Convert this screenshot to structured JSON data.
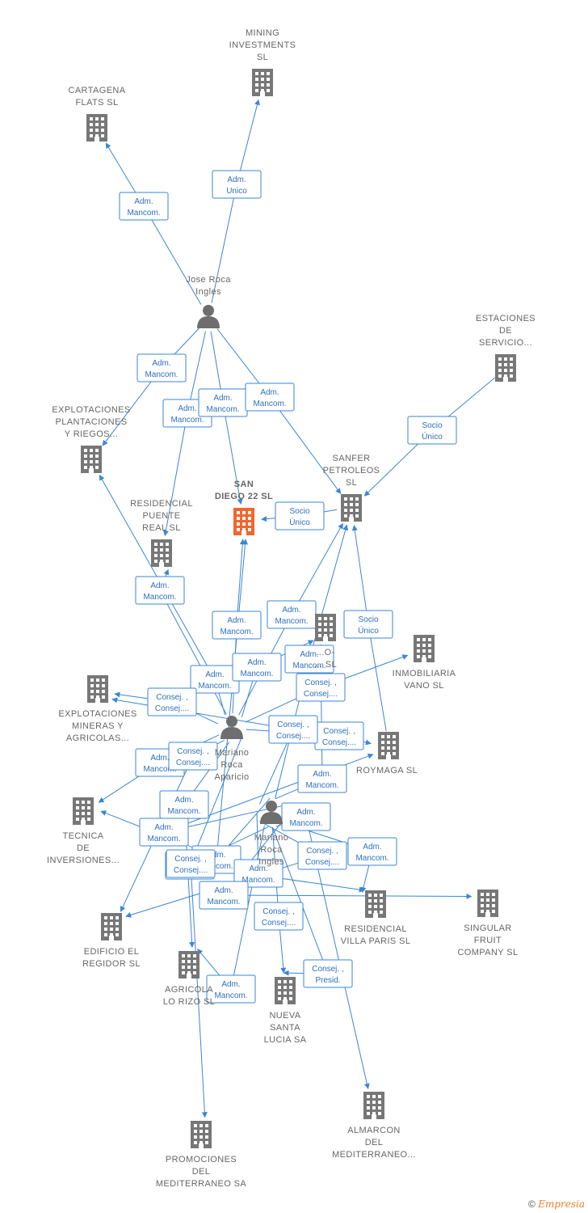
{
  "colors": {
    "edge": "#3a86d6",
    "company": "#777777",
    "focus_company": "#f0662e",
    "person": "#6e6e6e",
    "label_text": "#666666"
  },
  "nodes": [
    {
      "id": "mining",
      "type": "company",
      "label": [
        "MINING",
        "INVESTMENTS",
        "SL"
      ]
    },
    {
      "id": "cartagena",
      "type": "company",
      "label": [
        "CARTAGENA",
        "FLATS  SL"
      ]
    },
    {
      "id": "jose",
      "type": "person",
      "label": [
        "Jose Roca",
        "Ingles"
      ]
    },
    {
      "id": "estaciones",
      "type": "company",
      "label": [
        "ESTACIONES",
        "DE",
        "SERVICIO..."
      ]
    },
    {
      "id": "explotaciones_plant",
      "type": "company",
      "label": [
        "EXPLOTACIONES",
        "PLANTACIONES",
        "Y RIEGOS..."
      ]
    },
    {
      "id": "sandiego",
      "type": "company",
      "focus": true,
      "label": [
        "SAN",
        "DIEGO 22  SL"
      ]
    },
    {
      "id": "sanfer",
      "type": "company",
      "label": [
        "SANFER",
        "PETROLEOS",
        "SL"
      ]
    },
    {
      "id": "residencial_puente",
      "type": "company",
      "label": [
        "RESIDENCIAL",
        "PUENTE",
        "REAL  SL"
      ]
    },
    {
      "id": "hidden_co",
      "type": "company",
      "label": [
        "...O-",
        "... SL"
      ]
    },
    {
      "id": "inmobiliaria",
      "type": "company",
      "label": [
        "INMOBILIARIA",
        "VANO SL"
      ]
    },
    {
      "id": "explotaciones_min",
      "type": "company",
      "label": [
        "EXPLOTACIONES",
        "MINERAS Y",
        "AGRICOLAS..."
      ]
    },
    {
      "id": "mariano_ap",
      "type": "person",
      "label": [
        "Mariano",
        "Roca",
        "Aparicio"
      ]
    },
    {
      "id": "roymaga",
      "type": "company",
      "label": [
        "ROYMAGA SL"
      ]
    },
    {
      "id": "tecnica",
      "type": "company",
      "label": [
        "TECNICA",
        "DE",
        "INVERSIONES..."
      ]
    },
    {
      "id": "mariano_in",
      "type": "person",
      "label": [
        "Mariano",
        "Roca",
        "Ingles"
      ]
    },
    {
      "id": "residencial_villa",
      "type": "company",
      "label": [
        "RESIDENCIAL",
        "VILLA PARIS SL"
      ]
    },
    {
      "id": "singular",
      "type": "company",
      "label": [
        "SINGULAR",
        "FRUIT",
        "COMPANY SL"
      ]
    },
    {
      "id": "edificio",
      "type": "company",
      "label": [
        "EDIFICIO EL",
        "REGIDOR  SL"
      ]
    },
    {
      "id": "agricola",
      "type": "company",
      "label": [
        "AGRICOLA",
        "LO RIZO SL"
      ]
    },
    {
      "id": "nueva",
      "type": "company",
      "label": [
        "NUEVA",
        "SANTA",
        "LUCIA SA"
      ]
    },
    {
      "id": "almarcon",
      "type": "company",
      "label": [
        "ALMARCON",
        "DEL",
        "MEDITERRANEO..."
      ]
    },
    {
      "id": "promociones",
      "type": "company",
      "label": [
        "PROMOCIONES",
        "DEL",
        "MEDITERRANEO SA"
      ]
    }
  ],
  "edges": [
    {
      "from": "jose",
      "to": "cartagena",
      "label": [
        "Adm.",
        "Mancom."
      ]
    },
    {
      "from": "jose",
      "to": "mining",
      "label": [
        "Adm.",
        "Unico"
      ]
    },
    {
      "from": "jose",
      "to": "explotaciones_plant",
      "label": [
        "Adm.",
        "Mancom."
      ]
    },
    {
      "from": "jose",
      "to": "residencial_puente",
      "label": [
        "Adm.",
        "Mancom."
      ]
    },
    {
      "from": "jose",
      "to": "sandiego",
      "label": [
        "Adm.",
        "Mancom."
      ]
    },
    {
      "from": "jose",
      "to": "sanfer",
      "label": [
        "Adm.",
        "Mancom."
      ]
    },
    {
      "from": "estaciones",
      "to": "sanfer",
      "label": [
        "Socio",
        "Único"
      ]
    },
    {
      "from": "sanfer",
      "to": "sandiego",
      "label": [
        "Socio",
        "Único"
      ]
    },
    {
      "from": "roymaga",
      "to": "sanfer",
      "label": [
        "Socio",
        "Único"
      ]
    },
    {
      "from": "mariano_ap",
      "to": "residencial_puente",
      "label": [
        "Adm.",
        "Mancom."
      ]
    },
    {
      "from": "mariano_ap",
      "to": "sandiego",
      "label": [
        "Adm.",
        "Mancom."
      ]
    },
    {
      "from": "mariano_ap",
      "to": "sanfer",
      "label": [
        "Adm.",
        "Mancom."
      ]
    },
    {
      "from": "mariano_ap",
      "to": "explotaciones_plant",
      "label": [
        "Adm.",
        "Mancom."
      ]
    },
    {
      "from": "mariano_ap",
      "to": "explotaciones_min",
      "label": [
        "Consej. ,",
        "Consej...."
      ]
    },
    {
      "from": "mariano_ap",
      "to": "inmobiliaria",
      "label": [
        "Consej. ,",
        "Consej...."
      ]
    },
    {
      "from": "mariano_ap",
      "to": "hidden_co",
      "label": [
        "Adm.",
        "Mancom."
      ]
    },
    {
      "from": "mariano_ap",
      "to": "roymaga",
      "label": [
        "Consej. ,",
        "Consej...."
      ]
    },
    {
      "from": "mariano_ap",
      "to": "tecnica",
      "label": [
        "Adm.",
        "Mancom."
      ]
    },
    {
      "from": "mariano_ap",
      "to": "edificio",
      "label": [
        "Consej. ,",
        "Consej...."
      ]
    },
    {
      "from": "mariano_ap",
      "to": "agricola",
      "label": [
        "Adm.",
        "Mancom."
      ]
    },
    {
      "from": "mariano_ap",
      "to": "residencial_villa",
      "label": [
        "Adm.",
        "Mancom."
      ]
    },
    {
      "from": "mariano_in",
      "to": "sandiego",
      "label": [
        "Adm.",
        "Mancom."
      ]
    },
    {
      "from": "mariano_in",
      "to": "sanfer",
      "label": [
        "Adm.",
        "Mancom."
      ]
    },
    {
      "from": "mariano_in",
      "to": "explotaciones_min",
      "label": [
        "Consej. ,",
        "Consej...."
      ]
    },
    {
      "from": "mariano_in",
      "to": "hidden_co",
      "label": [
        "Adm.",
        "Mancom."
      ]
    },
    {
      "from": "mariano_in",
      "to": "roymaga",
      "label": [
        "Adm.",
        "Mancom."
      ]
    },
    {
      "from": "mariano_in",
      "to": "tecnica",
      "label": [
        "Adm.",
        "Mancom."
      ]
    },
    {
      "from": "mariano_in",
      "to": "edificio",
      "label": [
        "Consej. ,",
        "Consej...."
      ]
    },
    {
      "from": "mariano_in",
      "to": "residencial_villa",
      "label": [
        "Adm.",
        "Mancom."
      ]
    },
    {
      "from": "mariano_in",
      "to": "singular",
      "label": [
        "Adm.",
        "Mancom."
      ]
    },
    {
      "from": "mariano_in",
      "to": "agricola",
      "label": [
        "Adm.",
        "Mancom."
      ]
    },
    {
      "from": "mariano_in",
      "to": "nueva",
      "label": [
        "Consej. ,",
        "Consej...."
      ]
    },
    {
      "from": "mariano_in",
      "to": "nueva",
      "label": [
        "Consej. ,",
        "Presid."
      ]
    },
    {
      "from": "mariano_in",
      "to": "almarcon",
      "label": [
        "Adm.",
        "Mancom."
      ]
    },
    {
      "from": "mariano_in",
      "to": "promociones",
      "label": [
        "Consej. ,",
        "Consej...."
      ]
    }
  ],
  "footer": {
    "symbol": "©",
    "brand": "Empresia"
  }
}
